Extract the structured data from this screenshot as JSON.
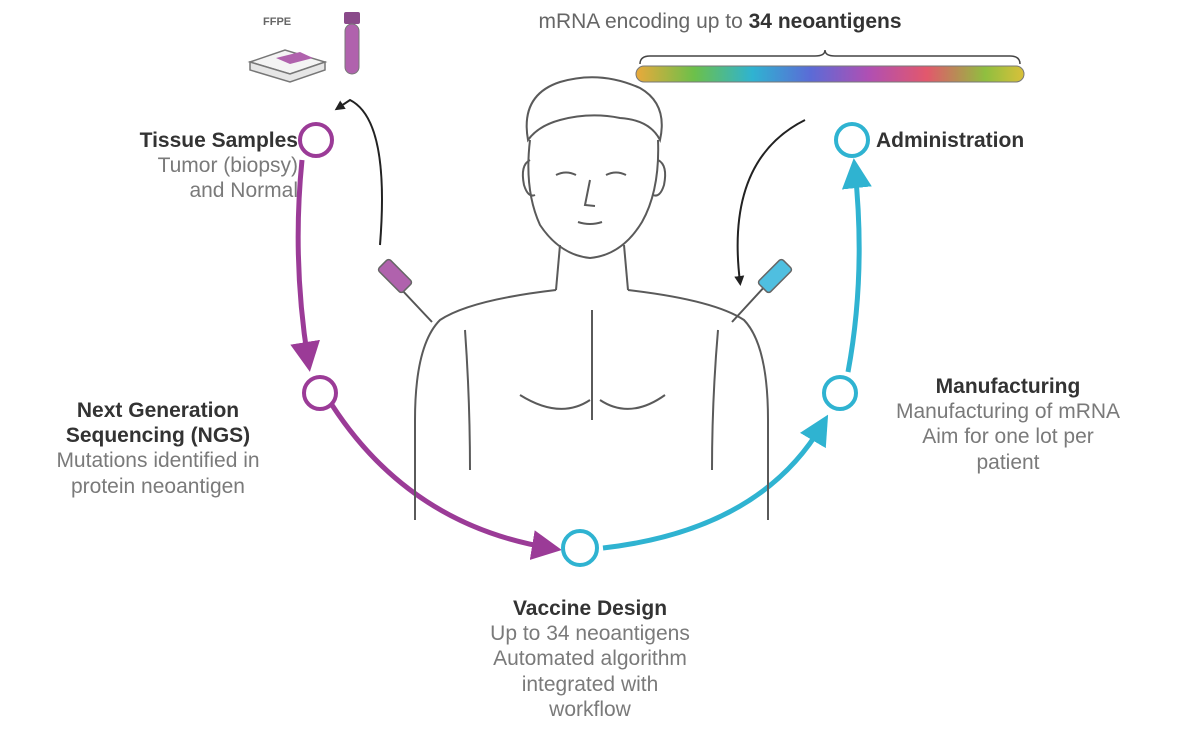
{
  "top_caption": {
    "prefix": "mRNA encoding up to",
    "bold": "34 neoantigens"
  },
  "ffpe_label": "FFPE",
  "steps": {
    "tissue": {
      "title": "Tissue Samples",
      "lines": [
        "Tumor (biopsy)",
        "and Normal"
      ]
    },
    "ngs": {
      "title_lines": [
        "Next Generation",
        "Sequencing (NGS)"
      ],
      "lines": [
        "Mutations identified in",
        "protein neoantigen"
      ]
    },
    "vaccine": {
      "title": "Vaccine Design",
      "lines": [
        "Up to 34 neoantigens",
        "Automated algorithm",
        "integrated with",
        "workflow"
      ]
    },
    "manufacturing": {
      "title": "Manufacturing",
      "lines": [
        "Manufacturing of mRNA",
        "Aim for one lot per",
        "patient"
      ]
    },
    "administration": {
      "title": "Administration"
    }
  },
  "colors": {
    "purple": "#9b3b97",
    "cyan": "#2fb3d1",
    "body_outline": "#555555"
  }
}
